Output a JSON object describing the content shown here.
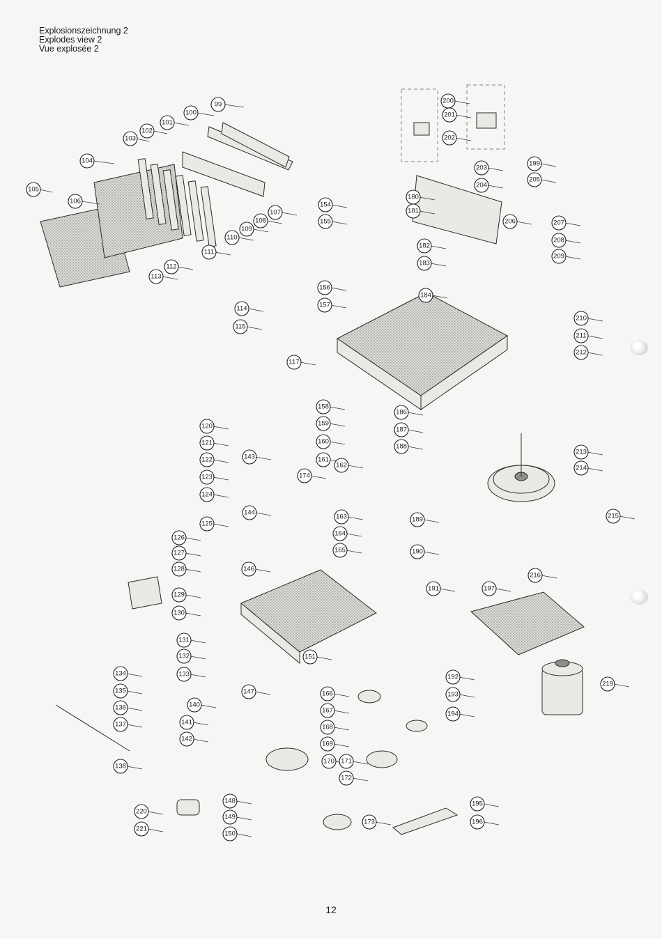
{
  "title_lines": [
    "Explosionszeichnung 2",
    "Explodes view 2",
    "Vue explosée 2"
  ],
  "page_number": "12",
  "callouts": [
    {
      "id": "99"
    },
    {
      "id": "100"
    },
    {
      "id": "101"
    },
    {
      "id": "102"
    },
    {
      "id": "103"
    },
    {
      "id": "104"
    },
    {
      "id": "105"
    },
    {
      "id": "106"
    },
    {
      "id": "107"
    },
    {
      "id": "108"
    },
    {
      "id": "109"
    },
    {
      "id": "110"
    },
    {
      "id": "111"
    },
    {
      "id": "112"
    },
    {
      "id": "113"
    },
    {
      "id": "114"
    },
    {
      "id": "115"
    },
    {
      "id": "117"
    },
    {
      "id": "120"
    },
    {
      "id": "121"
    },
    {
      "id": "122"
    },
    {
      "id": "123"
    },
    {
      "id": "124"
    },
    {
      "id": "125"
    },
    {
      "id": "126"
    },
    {
      "id": "127"
    },
    {
      "id": "128"
    },
    {
      "id": "129"
    },
    {
      "id": "130"
    },
    {
      "id": "131"
    },
    {
      "id": "132"
    },
    {
      "id": "133"
    },
    {
      "id": "134"
    },
    {
      "id": "135"
    },
    {
      "id": "136"
    },
    {
      "id": "137"
    },
    {
      "id": "138"
    },
    {
      "id": "140"
    },
    {
      "id": "141"
    },
    {
      "id": "142"
    },
    {
      "id": "143"
    },
    {
      "id": "144"
    },
    {
      "id": "146"
    },
    {
      "id": "147"
    },
    {
      "id": "148"
    },
    {
      "id": "149"
    },
    {
      "id": "150"
    },
    {
      "id": "151"
    },
    {
      "id": "154"
    },
    {
      "id": "155"
    },
    {
      "id": "156"
    },
    {
      "id": "157"
    },
    {
      "id": "158"
    },
    {
      "id": "159"
    },
    {
      "id": "160"
    },
    {
      "id": "161"
    },
    {
      "id": "162"
    },
    {
      "id": "163"
    },
    {
      "id": "164"
    },
    {
      "id": "165"
    },
    {
      "id": "166"
    },
    {
      "id": "167"
    },
    {
      "id": "168"
    },
    {
      "id": "169"
    },
    {
      "id": "170"
    },
    {
      "id": "171"
    },
    {
      "id": "172"
    },
    {
      "id": "173"
    },
    {
      "id": "174"
    },
    {
      "id": "180"
    },
    {
      "id": "181"
    },
    {
      "id": "182"
    },
    {
      "id": "183"
    },
    {
      "id": "184"
    },
    {
      "id": "186"
    },
    {
      "id": "187"
    },
    {
      "id": "188"
    },
    {
      "id": "189"
    },
    {
      "id": "190"
    },
    {
      "id": "191"
    },
    {
      "id": "192"
    },
    {
      "id": "193"
    },
    {
      "id": "194"
    },
    {
      "id": "195"
    },
    {
      "id": "196"
    },
    {
      "id": "197"
    },
    {
      "id": "199"
    },
    {
      "id": "200"
    },
    {
      "id": "201"
    },
    {
      "id": "202"
    },
    {
      "id": "203"
    },
    {
      "id": "204"
    },
    {
      "id": "205"
    },
    {
      "id": "206"
    },
    {
      "id": "207"
    },
    {
      "id": "208"
    },
    {
      "id": "209"
    },
    {
      "id": "210"
    },
    {
      "id": "211"
    },
    {
      "id": "212"
    },
    {
      "id": "213"
    },
    {
      "id": "214"
    },
    {
      "id": "215"
    },
    {
      "id": "216"
    },
    {
      "id": "219"
    },
    {
      "id": "220"
    },
    {
      "id": "221"
    }
  ]
}
